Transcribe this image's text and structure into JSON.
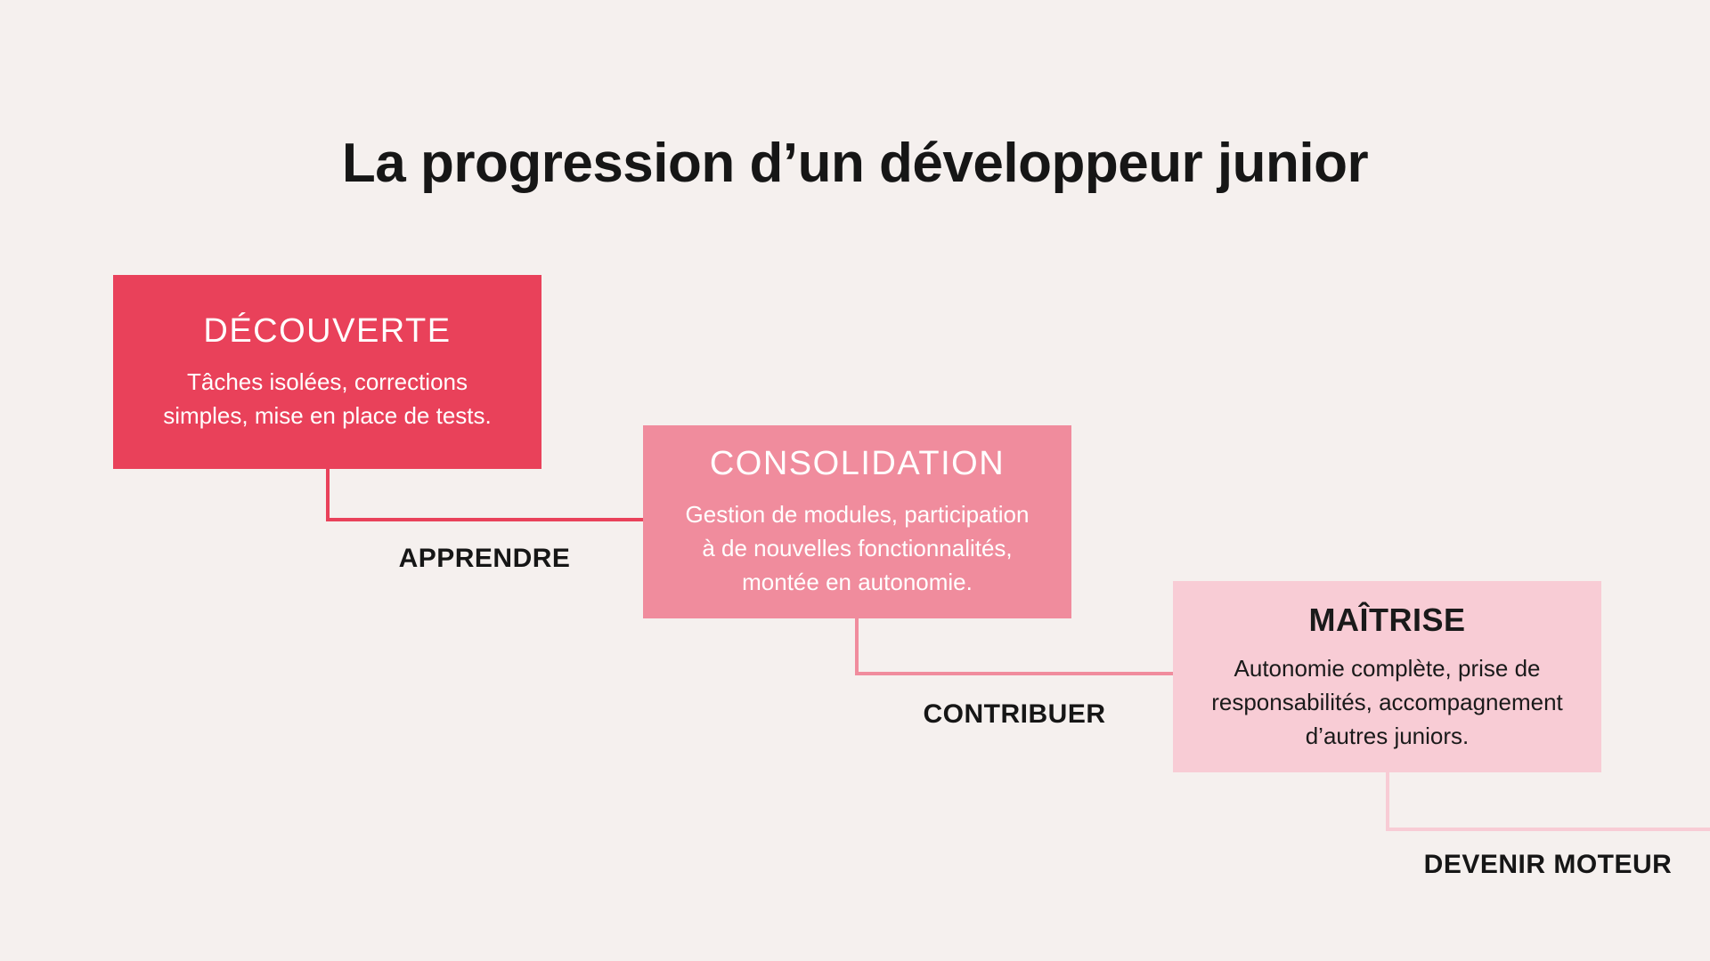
{
  "page": {
    "title": "La progression d’un développeur junior",
    "background_color": "#F5F0EE",
    "label_color": "#161616"
  },
  "stages": [
    {
      "id": "decouverte",
      "title": "DÉCOUVERTE",
      "description": "Tâches isolées, corrections\nsimples, mise en place de tests.",
      "box_color": "#E9415A",
      "text_color": "#FFFFFF",
      "transition_label": "APPRENDRE"
    },
    {
      "id": "consolidation",
      "title": "CONSOLIDATION",
      "description": "Gestion de modules, participation\nà de nouvelles fonctionnalités,\nmontée en autonomie.",
      "box_color": "#F08C9D",
      "text_color": "#FFFFFF",
      "transition_label": "CONTRIBUER"
    },
    {
      "id": "maitrise",
      "title": "MAÎTRISE",
      "description": "Autonomie complète, prise de\nresponsabilités, accompagnement\nd’autres juniors.",
      "box_color": "#F8CCD5",
      "text_color": "#1A1A1A",
      "transition_label": "DEVENIR MOTEUR"
    }
  ]
}
